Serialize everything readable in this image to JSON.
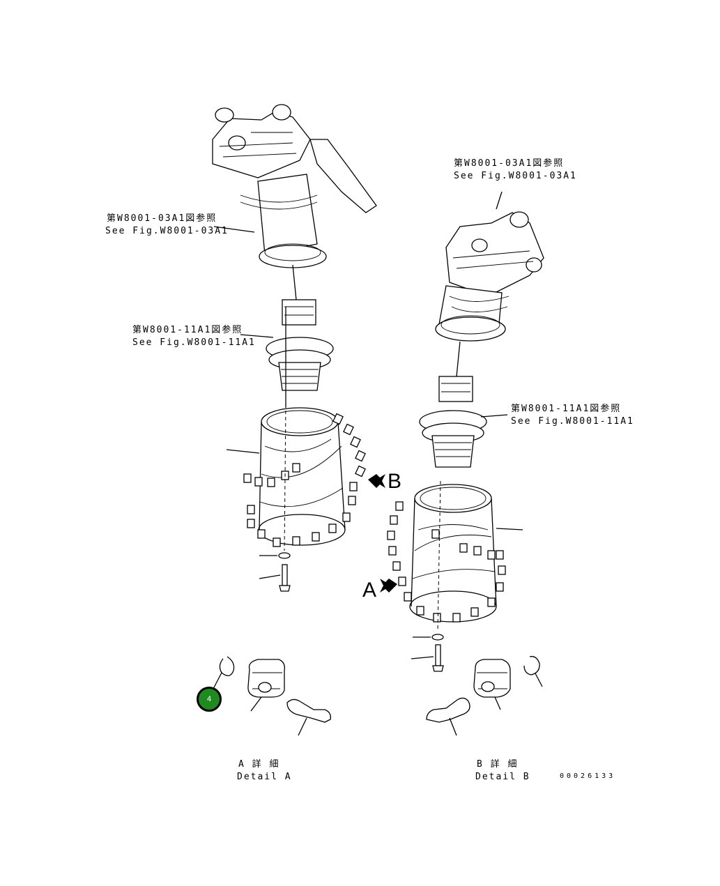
{
  "references": {
    "left_upper": {
      "jp": "第W8001-03A1図参照",
      "en": "See Fig.W8001-03A1"
    },
    "left_motor": {
      "jp": "第W8001-11A1図参照",
      "en": "See Fig.W8001-11A1"
    },
    "right_upper": {
      "jp": "第W8001-03A1図参照",
      "en": "See Fig.W8001-03A1"
    },
    "right_motor": {
      "jp": "第W8001-11A1図参照",
      "en": "See Fig.W8001-11A1"
    }
  },
  "view_arrows": {
    "b": "B",
    "a": "A"
  },
  "details": {
    "a": {
      "jp": "A 詳 細",
      "en": "Detail A"
    },
    "b": {
      "jp": "B 詳 細",
      "en": "Detail B"
    }
  },
  "drawing_number": "00026133",
  "callouts": [
    {
      "label": "4",
      "color": "#1f8a1f"
    }
  ]
}
